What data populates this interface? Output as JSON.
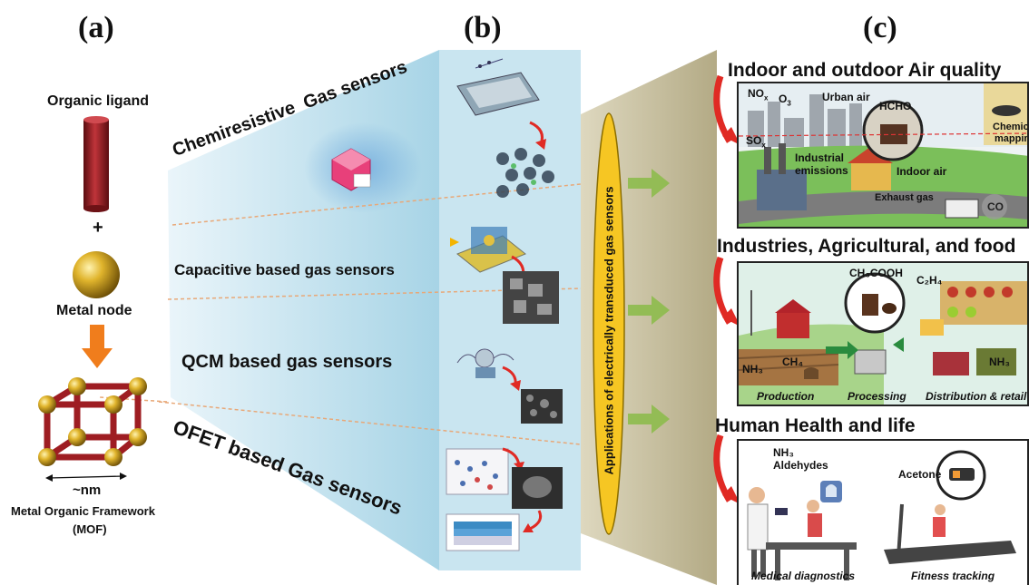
{
  "panel_labels": {
    "a": "(a)",
    "b": "(b)",
    "c": "(c)"
  },
  "mof": {
    "ligand_label": "Organic ligand",
    "plus": "+",
    "node_label": "Metal node",
    "scale_label": "~nm",
    "framework_label_line1": "Metal Organic Framework",
    "framework_label_line2": "(MOF)"
  },
  "sensor_types": [
    {
      "label": "Chemiresistive  Gas sensors"
    },
    {
      "label": "Capacitive based gas sensors"
    },
    {
      "label": "QCM based gas sensors"
    },
    {
      "label": "OFET based Gas sensors"
    }
  ],
  "central_label": "Applications of electrically transduced gas sensors",
  "applications": [
    {
      "title": "Indoor and outdoor Air quality",
      "labels": {
        "nox": "NO",
        "nox_sub": "x",
        "o3": "O",
        "o3_sub": "3",
        "urban": "Urban air",
        "hcho": "HCHO",
        "so": "SO",
        "so_sub": "x",
        "industrial1": "Industrial",
        "industrial2": "emissions",
        "indoor": "Indoor air",
        "exhaust": "Exhaust gas",
        "co": "CO",
        "chem1": "Chemical",
        "chem2": "mapping"
      }
    },
    {
      "title": "Industries, Agricultural, and food",
      "labels": {
        "ch3cooh": "CH₃COOH",
        "c2h4": "C₂H₄",
        "ch4": "CH₄",
        "nh3": "NH₃",
        "nh3b": "NH₃",
        "production": "Production",
        "processing": "Processing",
        "distribution": "Distribution & retail"
      }
    },
    {
      "title": "Human Health and life",
      "labels": {
        "nh3": "NH₃",
        "aldehydes": "Aldehydes",
        "acetone": "Acetone",
        "medical": "Medical diagnostics",
        "fitness": "Fitness tracking"
      }
    }
  ],
  "colors": {
    "fan_blue": "#cfe7f2",
    "fan_tan": "#c8c1a0",
    "ligand_red": "#9e1d22",
    "node_gold": "#d4a420",
    "arrow_orange": "#f07d1c",
    "arrow_red": "#e02a24",
    "arrow_green": "#8dbb4c",
    "central_yellow": "#f6c623"
  }
}
